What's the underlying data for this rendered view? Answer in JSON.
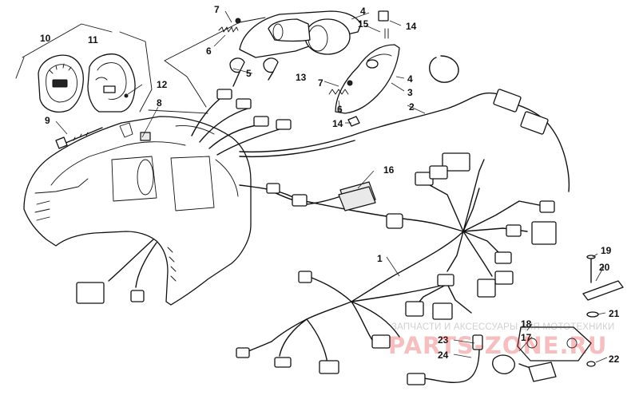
{
  "diagram": {
    "callouts": [
      {
        "id": "c1",
        "label": "1"
      },
      {
        "id": "c2",
        "label": "2"
      },
      {
        "id": "c3",
        "label": "3"
      },
      {
        "id": "c4a",
        "label": "4"
      },
      {
        "id": "c4b",
        "label": "4"
      },
      {
        "id": "c5",
        "label": "5"
      },
      {
        "id": "c6a",
        "label": "6"
      },
      {
        "id": "c6b",
        "label": "6"
      },
      {
        "id": "c7a",
        "label": "7"
      },
      {
        "id": "c7b",
        "label": "7"
      },
      {
        "id": "c8",
        "label": "8"
      },
      {
        "id": "c9",
        "label": "9"
      },
      {
        "id": "c10",
        "label": "10"
      },
      {
        "id": "c11",
        "label": "11"
      },
      {
        "id": "c12",
        "label": "12"
      },
      {
        "id": "c13",
        "label": "13"
      },
      {
        "id": "c14a",
        "label": "14"
      },
      {
        "id": "c14b",
        "label": "14"
      },
      {
        "id": "c15",
        "label": "15"
      },
      {
        "id": "c16",
        "label": "16"
      },
      {
        "id": "c17",
        "label": "17"
      },
      {
        "id": "c18",
        "label": "18"
      },
      {
        "id": "c19",
        "label": "19"
      },
      {
        "id": "c20",
        "label": "20"
      },
      {
        "id": "c21",
        "label": "21"
      },
      {
        "id": "c22",
        "label": "22"
      },
      {
        "id": "c23",
        "label": "23"
      },
      {
        "id": "c24",
        "label": "24"
      }
    ]
  },
  "watermark": {
    "line1": "ЗАПЧАСТИ И АКСЕССУАРЫ ДЛЯ МОТОТЕХНИКИ",
    "line2": "PARTS-ZONE.RU",
    "color": "#e01a1a"
  }
}
